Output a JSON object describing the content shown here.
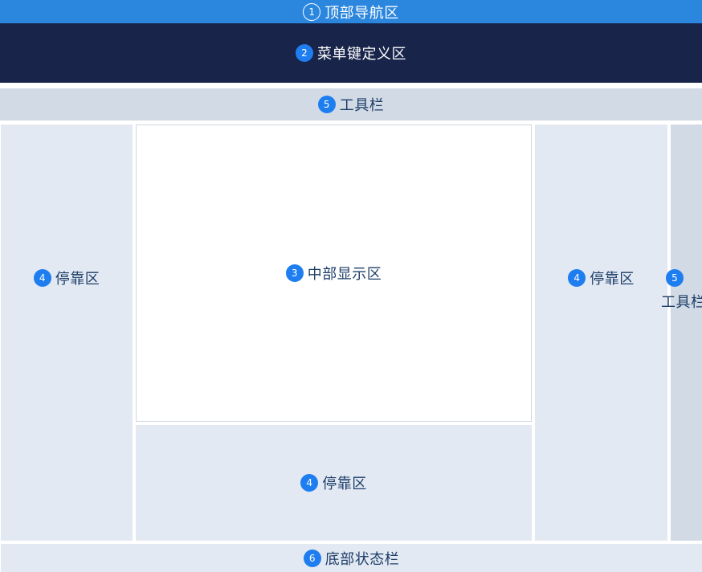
{
  "regions": {
    "top_nav": {
      "number": "1",
      "label": "顶部导航区"
    },
    "menu_def": {
      "number": "2",
      "label": "菜单键定义区"
    },
    "toolbar_top": {
      "number": "5",
      "label": "工具栏"
    },
    "dock_left": {
      "number": "4",
      "label": "停靠区"
    },
    "center": {
      "number": "3",
      "label": "中部显示区"
    },
    "dock_bottom": {
      "number": "4",
      "label": "停靠区"
    },
    "dock_right": {
      "number": "4",
      "label": "停靠区"
    },
    "toolbar_right": {
      "number": "5",
      "label": "工具栏"
    },
    "status_bar": {
      "number": "6",
      "label": "底部状态栏"
    }
  },
  "colors": {
    "top_nav": "#2b86de",
    "menu_def": "#18244a",
    "toolbar": "#d2dbe5",
    "dock": "#e3e9f3",
    "badge": "#1e7ef0",
    "label_text": "#1d3e68"
  }
}
